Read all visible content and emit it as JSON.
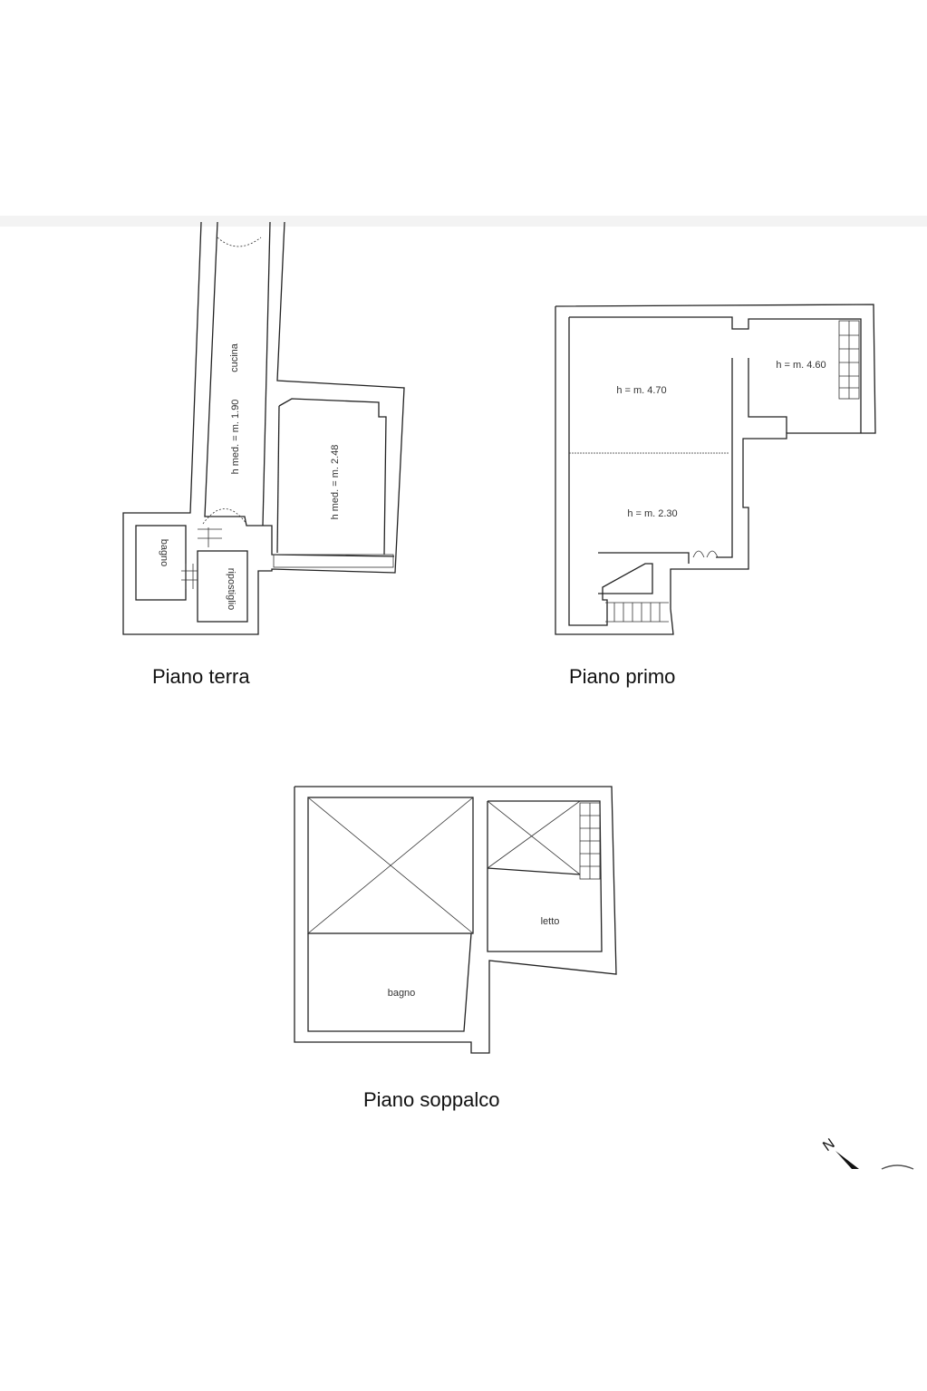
{
  "floors": [
    {
      "title": "Piano terra",
      "rooms": [
        "cucina",
        "h med. = m. 1.90",
        "h med. = m. 2.48",
        "bagno",
        "ripostiglio"
      ]
    },
    {
      "title": "Piano primo",
      "rooms": [
        "h = m. 4.70",
        "h = m. 4.60",
        "h = m. 2.30"
      ]
    },
    {
      "title": "Piano soppalco",
      "rooms": [
        "letto",
        "bagno"
      ]
    }
  ],
  "compass": "N"
}
